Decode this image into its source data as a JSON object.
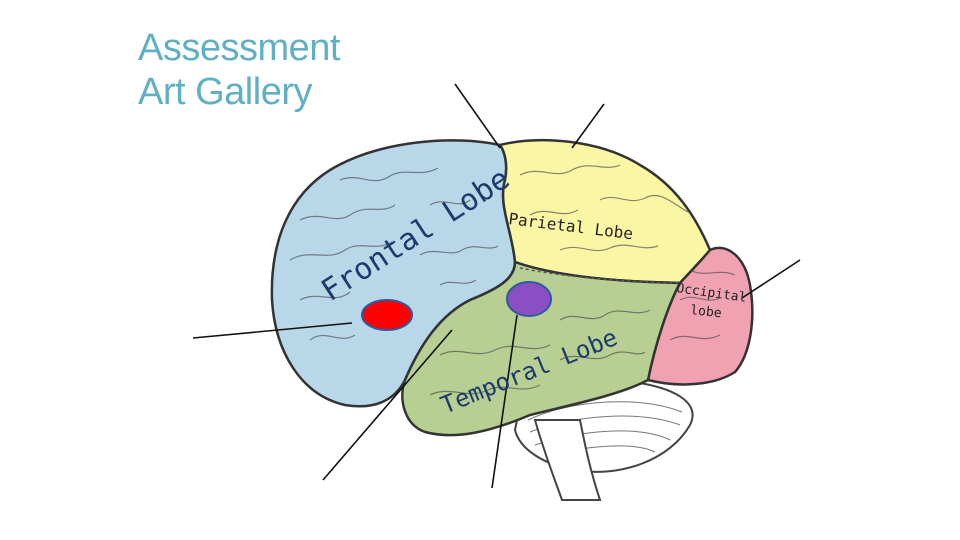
{
  "slide": {
    "title_line1": "Assessment",
    "title_line2": "Art Gallery"
  },
  "diagram": {
    "labels": {
      "frontal": "Frontal Lobe",
      "parietal": "Parietal Lobe",
      "temporal": "Temporal Lobe",
      "occipital_line1": "Occipital",
      "occipital_line2": "lobe"
    },
    "colors": {
      "frontal": "#b8d8ea",
      "parietal": "#fbf6a3",
      "temporal": "#b7cf93",
      "occipital": "#f1a2b2",
      "cerebellum": "#ffffff",
      "marker_red": "#ff0000",
      "marker_purple": "#8a4fc2",
      "title": "#5fb0c2"
    }
  }
}
